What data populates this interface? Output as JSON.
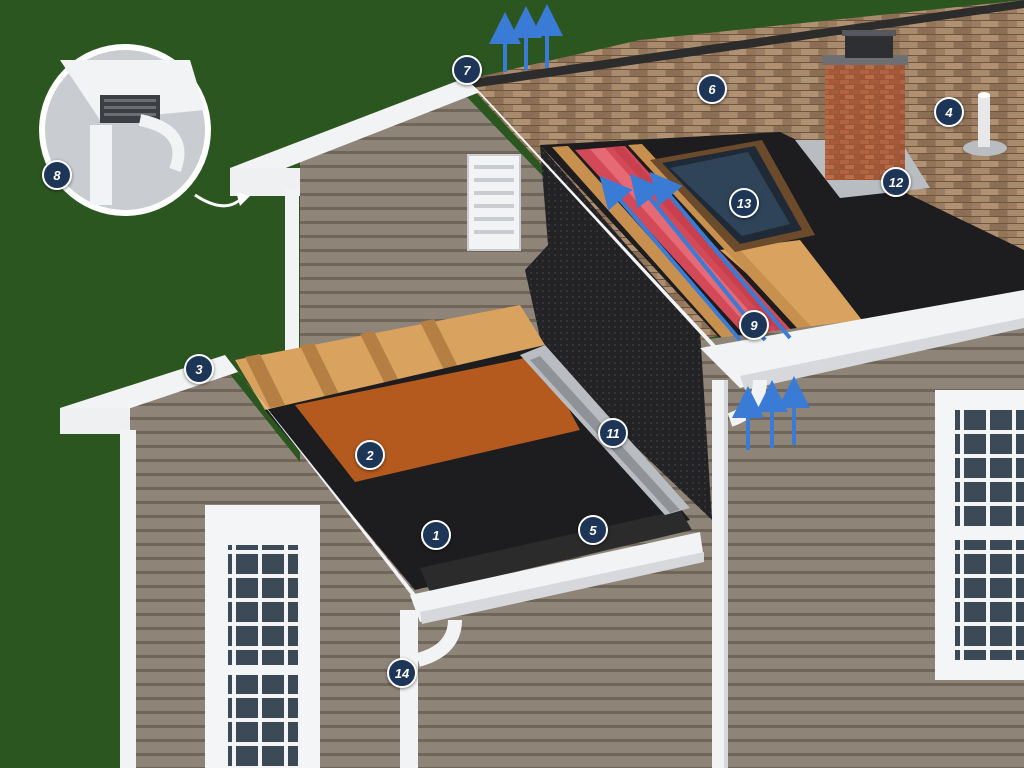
{
  "colors": {
    "lawn": "#2f5a22",
    "siding": "#8f8478",
    "siding_dark": "#6f655b",
    "trim": "#f2f3f5",
    "shingles": "#9a7d62",
    "sheathing": "#d9a25e",
    "ice_water_shield": "#b45a1e",
    "underlayment": "#1d1d1f",
    "drip_edge": "#2b2b2b",
    "flashing": "#b9bdc2",
    "chimney_brick": "#a55a3a",
    "vent_baffle": "#e0475a",
    "airflow_arrow": "#3a7bd5",
    "callout_fill": "#1d3557",
    "callout_text": "#ffffff"
  },
  "callouts": [
    {
      "label": "1"
    },
    {
      "label": "2"
    },
    {
      "label": "3"
    },
    {
      "label": "4"
    },
    {
      "label": "5"
    },
    {
      "label": "6"
    },
    {
      "label": "7"
    },
    {
      "label": "8"
    },
    {
      "label": "9"
    },
    {
      "label": "11"
    },
    {
      "label": "12"
    },
    {
      "label": "13"
    },
    {
      "label": "14"
    }
  ],
  "icons": [
    "soffit-vent-icon",
    "gable-vent-icon",
    "plumbing-vent-pipe-icon",
    "skylight-icon",
    "chimney-icon",
    "downspout-icon",
    "airflow-arrow-icon"
  ]
}
